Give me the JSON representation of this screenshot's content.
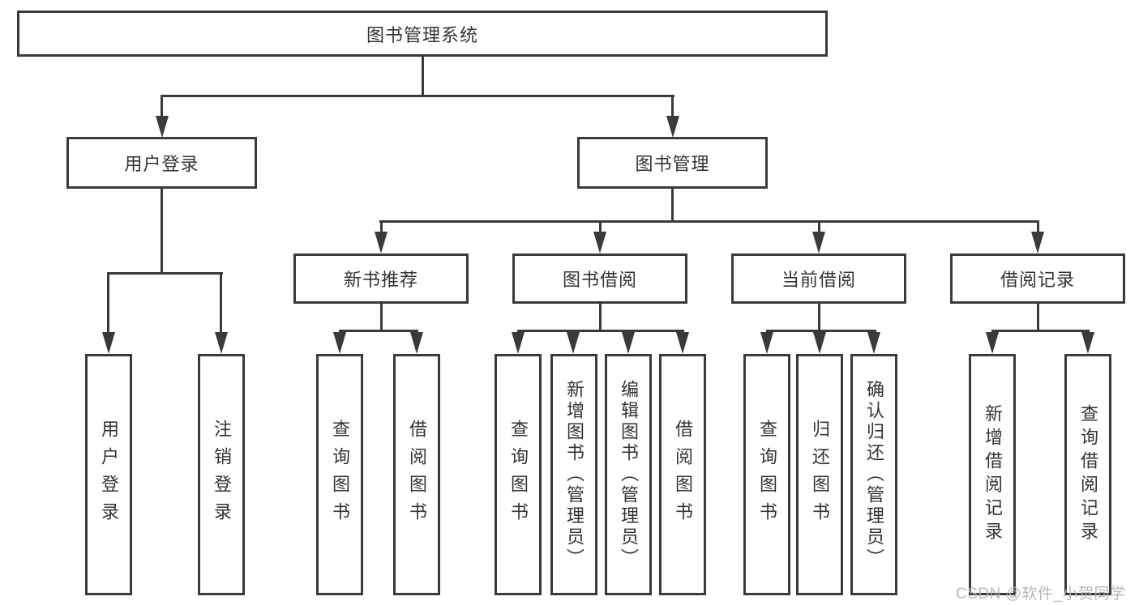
{
  "diagram": {
    "type": "hierarchy-tree",
    "title": "图书管理系统",
    "watermark": "CSDN @软件_小贺同学"
  },
  "colors": {
    "line": "#3a3a3a",
    "text": "#333333",
    "watermark": "#b2b2b2",
    "background": "#ffffff"
  },
  "nodes": {
    "root": {
      "label": "图书管理系统"
    },
    "userLogin": {
      "label": "用户登录"
    },
    "bookMgmt": {
      "label": "图书管理"
    },
    "newBookRec": {
      "label": "新书推荐"
    },
    "bookBorrow": {
      "label": "图书借阅"
    },
    "currentBorrow": {
      "label": "当前借阅"
    },
    "borrowRecord": {
      "label": "借阅记录"
    },
    "leafUserLogin": {
      "label": "用户登录"
    },
    "leafLogout": {
      "label": "注销登录"
    },
    "leafRecQueryBook": {
      "label": "查询图书"
    },
    "leafRecBorrowBook": {
      "label": "借阅图书"
    },
    "leafBorQueryBook": {
      "label": "查询图书"
    },
    "leafBorAddBook": {
      "label": "新增图书（管理员）"
    },
    "leafBorEditBook": {
      "label": "编辑图书（管理员）"
    },
    "leafBorBorrowBook": {
      "label": "借阅图书"
    },
    "leafCurQueryBook": {
      "label": "查询图书"
    },
    "leafCurReturnBook": {
      "label": "归还图书"
    },
    "leafCurConfirmReturn": {
      "label": "确认归还（管理员）"
    },
    "leafRecordAdd": {
      "label": "新增借阅记录"
    },
    "leafRecordQuery": {
      "label": "查询借阅记录"
    }
  },
  "hierarchy": [
    {
      "parent": "图书管理系统",
      "children": [
        "用户登录",
        "图书管理"
      ]
    },
    {
      "parent": "用户登录",
      "children": [
        "用户登录",
        "注销登录"
      ]
    },
    {
      "parent": "图书管理",
      "children": [
        "新书推荐",
        "图书借阅",
        "当前借阅",
        "借阅记录"
      ]
    },
    {
      "parent": "新书推荐",
      "children": [
        "查询图书",
        "借阅图书"
      ]
    },
    {
      "parent": "图书借阅",
      "children": [
        "查询图书",
        "新增图书（管理员）",
        "编辑图书（管理员）",
        "借阅图书"
      ]
    },
    {
      "parent": "当前借阅",
      "children": [
        "查询图书",
        "归还图书",
        "确认归还（管理员）"
      ]
    },
    {
      "parent": "借阅记录",
      "children": [
        "新增借阅记录",
        "查询借阅记录"
      ]
    }
  ]
}
